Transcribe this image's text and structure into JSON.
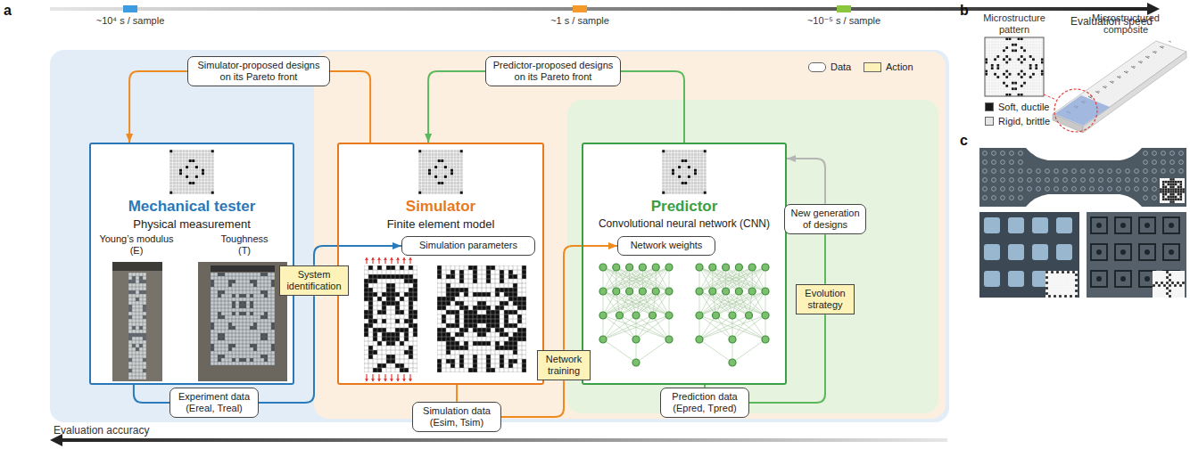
{
  "diagram": {
    "nodes": [
      {
        "text": [
          "Simulator-proposed designs on its Pareto front"
        ]
      },
      {
        "text": [
          "Predictor-proposed designs on its Pareto front"
        ]
      },
      {
        "text": [
          "Mechanical tester",
          "Physical measurement",
          "Young’s modulus (E)",
          "Toughness (T)"
        ]
      },
      {
        "text": [
          "Simulator",
          "Finite element model"
        ]
      },
      {
        "text": [
          "Simulation parameters"
        ],
        "in": 3
      },
      {
        "text": [
          "Predictor",
          "Convolutional neural network (CNN)"
        ]
      },
      {
        "text": [
          "Network weights"
        ],
        "in": 5
      },
      {
        "text": [
          "New generation of designs"
        ]
      },
      {
        "text": [
          "Evolution strategy"
        ]
      },
      {
        "text": [
          "System identification"
        ]
      },
      {
        "text": [
          "Network training"
        ]
      },
      {
        "text": [
          "Experiment data (Ereal, Treal)"
        ]
      },
      {
        "text": [
          "Prediction data (Epred, Tpred)"
        ]
      },
      {
        "text": [
          "Simulation data (Esim, Tsim)"
        ]
      }
    ],
    "edges": [
      {
        "from": 3,
        "to": 0,
        "arrow": "none"
      },
      {
        "from": 0,
        "to": 2,
        "arrow": "to"
      },
      {
        "from": 5,
        "to": 1,
        "arrow": "none"
      },
      {
        "from": 1,
        "to": 3,
        "arrow": "to"
      },
      {
        "from": 2,
        "to": 11,
        "arrow": "none"
      },
      {
        "from": 11,
        "to": 9,
        "arrow": "none"
      },
      {
        "from": 9,
        "to": 4,
        "arrow": "to"
      },
      {
        "from": 3,
        "to": 13,
        "arrow": "none"
      },
      {
        "from": 13,
        "to": 10,
        "arrow": "none"
      },
      {
        "from": 10,
        "to": 6,
        "arrow": "to"
      },
      {
        "from": 5,
        "to": 12,
        "arrow": "none"
      },
      {
        "from": 12,
        "to": 8,
        "arrow": "none"
      },
      {
        "from": 8,
        "to": 7,
        "arrow": "none"
      },
      {
        "from": 7,
        "to": 5,
        "arrow": "to"
      }
    ],
    "labels": [
      "a",
      "~10⁴ s / sample",
      "~1 s / sample",
      "~10⁻⁵ s / sample",
      "Evaluation speed",
      "Evaluation accuracy",
      "b",
      "Microstructure pattern",
      "Microstructured composite",
      "c"
    ],
    "legend": [
      {
        "text": "Data"
      },
      {
        "text": "Action",
        "color": "#fdf3b8"
      },
      {
        "text": "Soft, ductile",
        "color": "#1a1a1a"
      },
      {
        "text": "Rigid, brittle",
        "color": "#e6e6e6"
      }
    ]
  }
}
